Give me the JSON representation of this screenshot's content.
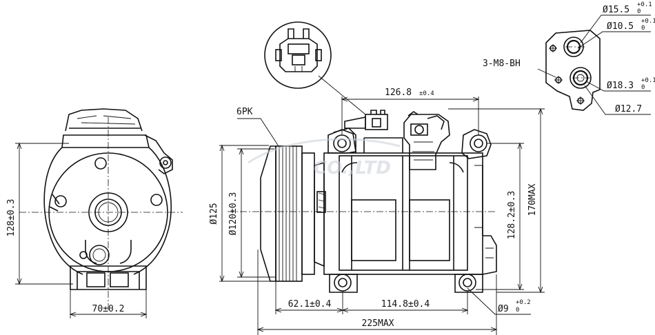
{
  "labels": {
    "pulley": "6PK",
    "connector_to_mount": "126.8",
    "connector_to_mount_tol": "±0.4",
    "height_side": "128±0.3",
    "width_bottom": "70±0.2",
    "pulley_dia": "Ø125",
    "body_dia": "Ø120±0.3",
    "mount_height": "128.2±0.3",
    "max_height": "170MAX",
    "dim_62": "62.1±0.4",
    "dim_114": "114.8±0.4",
    "max_length": "225MAX",
    "hole_dia": "Ø9",
    "hole_tol": "+0.2",
    "hole_tol_b": "0",
    "thread": "3-M8-BH",
    "port1": "Ø15.5",
    "port1_tol": "+0.1",
    "port1_tol_b": "0",
    "port2": "Ø10.5",
    "port2_tol": "+0.1",
    "port2_tol_b": "0",
    "port3": "Ø18.3",
    "port3_tol": "+0.1",
    "port3_tol_b": "0",
    "port4": "Ø12.7"
  },
  "watermark": "CO.,LTD",
  "colors": {
    "line": "#111111",
    "background": "#ffffff",
    "watermark": "#c9ced6"
  }
}
